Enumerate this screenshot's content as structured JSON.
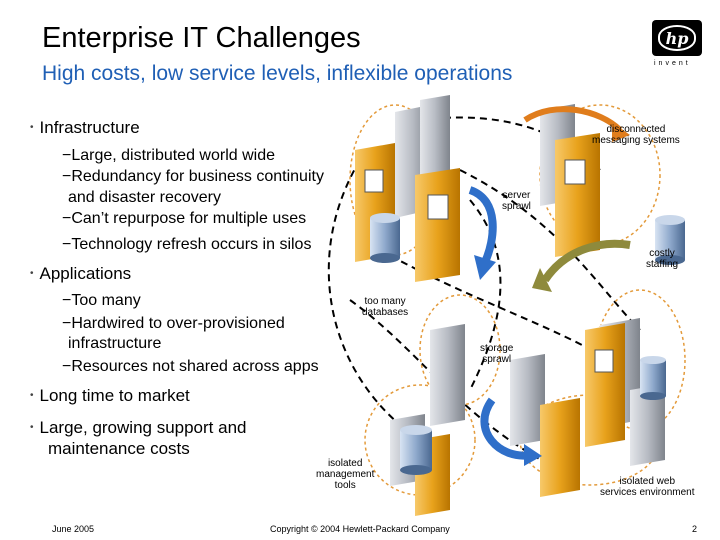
{
  "header": {
    "title": "Enterprise IT Challenges",
    "subtitle": "High costs, low service levels, inflexible operations"
  },
  "logo": {
    "mark": "hp",
    "tagline": "invent"
  },
  "bullets": [
    {
      "label": "Infrastructure",
      "items": [
        "−Large, distributed world wide",
        "−Redundancy for business continuity",
        "and disaster recovery",
        "−Can’t repurpose for multiple uses",
        "−Technology refresh occurs in silos"
      ]
    },
    {
      "label": "Applications",
      "items": [
        "−Too many",
        "−Hardwired to over-provisioned",
        "infrastructure",
        "−Resources not shared across apps"
      ]
    },
    {
      "label": "Long time to market",
      "items": []
    },
    {
      "label": "Large, growing support and",
      "label2": "maintenance costs",
      "items": []
    }
  ],
  "callouts": {
    "disconnected": [
      "disconnected",
      "messaging systems"
    ],
    "server": [
      "server",
      "sprawl"
    ],
    "costly": [
      "costly",
      "staffing"
    ],
    "databases": [
      "too many",
      "databases"
    ],
    "storage": [
      "storage",
      "sprawl"
    ],
    "mgmt": [
      "isolated",
      "management",
      "tools"
    ],
    "web": [
      "isolated web",
      "services environment"
    ]
  },
  "footer": {
    "date": "June 2005",
    "copyright": "Copyright © 2004 Hewlett-Packard Company",
    "page": "2"
  },
  "colors": {
    "subtitle": "#1f5fb5",
    "server_gold": "#e8a21c",
    "server_gray": "#b8bcc4",
    "arrow_blue": "#2f6fc9",
    "arrow_olive": "#8e8a3c",
    "arrow_orange": "#e07d1c",
    "ring": "#e39a3a"
  }
}
